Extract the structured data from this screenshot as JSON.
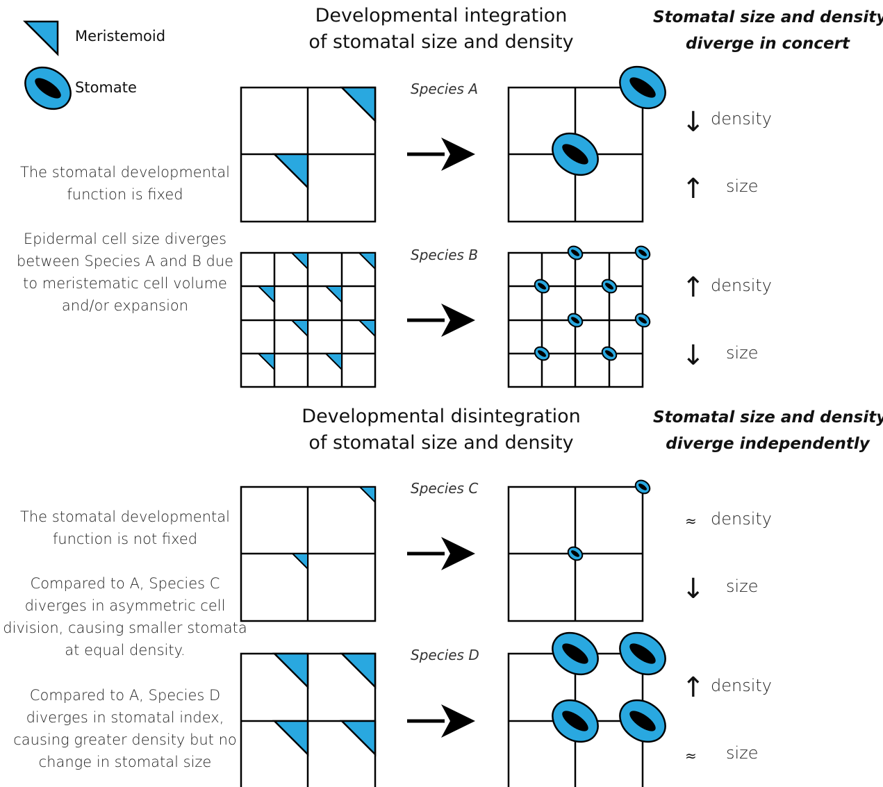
{
  "colors": {
    "stomate_fill": "#29a8e0",
    "outline": "#000000",
    "background": "#ffffff"
  },
  "legend": {
    "meristemoid_label": "Meristemoid",
    "stomate_label": "Stomate"
  },
  "sections": {
    "integration": {
      "title_line1": "Developmental integration",
      "title_line2": "of stomatal size and density",
      "outcome_line1": "Stomatal size and density",
      "outcome_line2": "diverge in concert",
      "desc1_line1": "The stomatal developmental",
      "desc1_line2": "function is fixed",
      "desc2_line1": "Epidermal cell size diverges",
      "desc2_line2": "between Species A and B due",
      "desc2_line3": "to meristematic cell volume",
      "desc2_line4": "and/or expansion"
    },
    "disintegration": {
      "title_line1": "Developmental disintegration",
      "title_line2": "of stomatal size and density",
      "outcome_line1": "Stomatal size and density",
      "outcome_line2": "diverge independently",
      "desc1_line1": "The stomatal developmental",
      "desc1_line2": "function is not fixed",
      "desc2_line1": "Compared to A, Species C",
      "desc2_line2": "diverges in asymmetric cell",
      "desc2_line3": "division, causing smaller stomata",
      "desc2_line4": "at equal density.",
      "desc3_line1": "Compared to A, Species D",
      "desc3_line2": "diverges in stomatal index,",
      "desc3_line3": "causing greater density but no",
      "desc3_line4": "change in stomatal size"
    }
  },
  "species": {
    "a": {
      "name": "Species A",
      "density_dir": "↓",
      "density_label": "density",
      "size_dir": "↑",
      "size_label": "size"
    },
    "b": {
      "name": "Species B",
      "density_dir": "↑",
      "density_label": "density",
      "size_dir": "↓",
      "size_label": "size"
    },
    "c": {
      "name": "Species C",
      "density_dir": "≈",
      "density_label": "density",
      "size_dir": "↓",
      "size_label": "size"
    },
    "d": {
      "name": "Species D",
      "density_dir": "↑",
      "density_label": "density",
      "size_dir": "≈",
      "size_label": "size"
    }
  }
}
